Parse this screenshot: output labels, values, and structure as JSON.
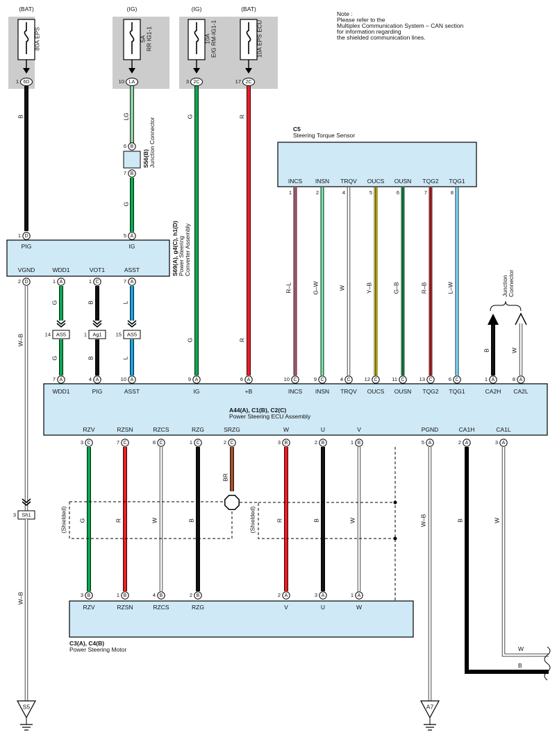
{
  "note": {
    "lines": [
      "Note :",
      "Please refer to the",
      "Multiplex Communication System – CAN section",
      "for information regarding",
      "the shielded communication lines."
    ]
  },
  "fuses": [
    {
      "id": "fuse-80a-eps",
      "source": "(BAT)",
      "name_lines": [
        "80A EPS"
      ],
      "pin": "1",
      "conn": "6D"
    },
    {
      "id": "fuse-5a-rr-ig1",
      "source": "(IG)",
      "name_lines": [
        "5A",
        "RR IG1-1"
      ],
      "pin": "10",
      "conn": "LA"
    },
    {
      "id": "fuse-10a-eg-rm-ig1",
      "source": "(IG)",
      "name_lines": [
        "10A",
        "E/G RM-IG1-1"
      ],
      "pin": "3",
      "conn": "2C"
    },
    {
      "id": "fuse-10a-eps-ecu",
      "source": "(BAT)",
      "name_lines": [
        "10A EPS ECU"
      ],
      "pin": "17",
      "conn": "2C"
    }
  ],
  "wire_labels": {
    "bat_top": "B",
    "lg": "LG",
    "g_s56": "G",
    "ig_top": "G",
    "ig_bottom": "G",
    "b_top": "R",
    "b_bottom": "R",
    "wb_upper": "W–B",
    "wb_lower": "W–B",
    "wdd1_upper": "G",
    "wdd1_lower": "G",
    "vot1_upper": "B",
    "vot1_lower": "B",
    "asst_upper": "L",
    "asst_lower": "L",
    "ca2h": "B",
    "ca2l": "W",
    "incs": "R–L",
    "insn": "G–W",
    "trqv": "W",
    "oucs": "Y–B",
    "ousn": "G–B",
    "tqg2": "R–B",
    "tqg1": "L–W",
    "rzv": "G",
    "rzsn": "R",
    "rzcs": "W",
    "rzg": "B",
    "srzg": "BR",
    "w": "R",
    "u": "B",
    "v": "W",
    "pgnd": "W–B",
    "ca1h": "B",
    "ca1l": "W",
    "exit_w": "W",
    "exit_b": "B"
  },
  "junction_s56": {
    "pin_top": "6",
    "conn_top": "B",
    "pin_bottom": "7",
    "conn_bottom": "B",
    "label_code": "S56(B)",
    "label_name": "Junction Connector"
  },
  "converter": {
    "label_code": "S69(A), g4(C), h1(D)",
    "label_name_lines": [
      "Power Steering",
      "Converter Assembly"
    ],
    "pins_top": [
      {
        "pin": "1",
        "conn": "D",
        "name": "PIG"
      },
      {
        "pin": "5",
        "conn": "A",
        "name": "IG"
      }
    ],
    "pins_bottom": [
      {
        "pin": "2",
        "conn": "D",
        "name": "VGND"
      },
      {
        "pin": "1",
        "conn": "A",
        "name": "WDD1"
      },
      {
        "pin": "1",
        "conn": "C",
        "name": "VOT1"
      },
      {
        "pin": "7",
        "conn": "A",
        "name": "ASST"
      }
    ]
  },
  "inline_connectors": [
    {
      "pin": "14",
      "code": "AS5"
    },
    {
      "pin": "1",
      "code": "Ag1"
    },
    {
      "pin": "15",
      "code": "AS5"
    },
    {
      "pin": "3",
      "code": "Sh1"
    }
  ],
  "torque_sensor": {
    "code": "C5",
    "name": "Steering Torque Sensor",
    "pins": [
      {
        "pin": "1",
        "name": "INCS"
      },
      {
        "pin": "2",
        "name": "INSN"
      },
      {
        "pin": "4",
        "name": "TRQV"
      },
      {
        "pin": "5",
        "name": "OUCS"
      },
      {
        "pin": "6",
        "name": "OUSN"
      },
      {
        "pin": "7",
        "name": "TQG2"
      },
      {
        "pin": "8",
        "name": "TQG1"
      }
    ]
  },
  "junction_connector_label": [
    "Junction",
    "Connector"
  ],
  "ecu": {
    "code": "A44(A), C1(B), C2(C)",
    "name": "Power Steering ECU Assembly",
    "pins_top": [
      {
        "pin": "7",
        "conn": "A",
        "name": "WDD1"
      },
      {
        "pin": "4",
        "conn": "A",
        "name": "PIG"
      },
      {
        "pin": "10",
        "conn": "A",
        "name": "ASST"
      },
      {
        "pin": "9",
        "conn": "A",
        "name": "IG"
      },
      {
        "pin": "6",
        "conn": "A",
        "name": "+B"
      },
      {
        "pin": "10",
        "conn": "C",
        "name": "INCS"
      },
      {
        "pin": "9",
        "conn": "C",
        "name": "INSN"
      },
      {
        "pin": "4",
        "conn": "C",
        "name": "TRQV"
      },
      {
        "pin": "12",
        "conn": "C",
        "name": "OUCS"
      },
      {
        "pin": "11",
        "conn": "C",
        "name": "OUSN"
      },
      {
        "pin": "13",
        "conn": "C",
        "name": "TQG2"
      },
      {
        "pin": "6",
        "conn": "C",
        "name": "TQG1"
      },
      {
        "pin": "1",
        "conn": "A",
        "name": "CA2H"
      },
      {
        "pin": "8",
        "conn": "A",
        "name": "CA2L"
      }
    ],
    "pins_bottom": [
      {
        "pin": "3",
        "conn": "C",
        "name": "RZV"
      },
      {
        "pin": "7",
        "conn": "C",
        "name": "RZSN"
      },
      {
        "pin": "8",
        "conn": "C",
        "name": "RZCS"
      },
      {
        "pin": "1",
        "conn": "C",
        "name": "RZG"
      },
      {
        "pin": "2",
        "conn": "C",
        "name": "SRZG"
      },
      {
        "pin": "3",
        "conn": "B",
        "name": "W"
      },
      {
        "pin": "2",
        "conn": "B",
        "name": "U"
      },
      {
        "pin": "1",
        "conn": "B",
        "name": "V"
      },
      {
        "pin": "5",
        "conn": "A",
        "name": "PGND"
      },
      {
        "pin": "2",
        "conn": "A",
        "name": "CA1H"
      },
      {
        "pin": "3",
        "conn": "A",
        "name": "CA1L"
      }
    ]
  },
  "shielded_label": "(Shielded)",
  "motor": {
    "code": "C3(A), C4(B)",
    "name": "Power Steering Motor",
    "pins": [
      {
        "pin": "3",
        "conn": "B",
        "name": "RZV"
      },
      {
        "pin": "1",
        "conn": "B",
        "name": "RZSN"
      },
      {
        "pin": "4",
        "conn": "B",
        "name": "RZCS"
      },
      {
        "pin": "2",
        "conn": "B",
        "name": "RZG"
      },
      {
        "pin": "2",
        "conn": "A",
        "name": "V"
      },
      {
        "pin": "3",
        "conn": "A",
        "name": "U"
      },
      {
        "pin": "1",
        "conn": "A",
        "name": "W"
      }
    ]
  },
  "grounds": [
    {
      "code": "S5"
    },
    {
      "code": "A7"
    }
  ],
  "colors": {
    "box_fill": "#cfe9f6",
    "fuse_bg": "#cccccc",
    "green": "#0aa84f",
    "light_green": "#8fd0a4",
    "red": "#ee1c25",
    "blue": "#1aa2e0",
    "black": "#111111",
    "yellow": "#f4e000",
    "brown": "#a0522d"
  }
}
